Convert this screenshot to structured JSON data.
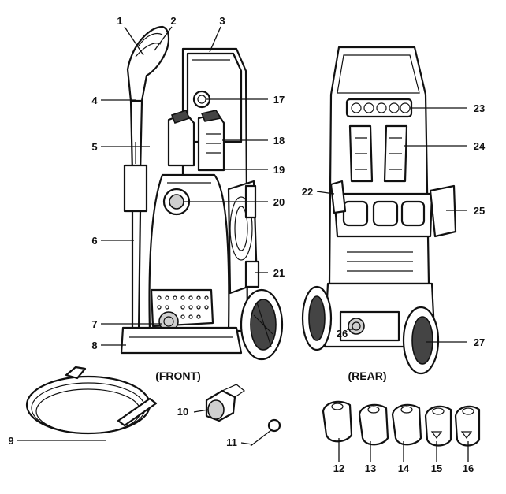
{
  "captions": {
    "front": "(FRONT)",
    "rear": "(REAR)"
  },
  "callouts": [
    "1",
    "2",
    "3",
    "4",
    "5",
    "6",
    "7",
    "8",
    "9",
    "10",
    "11",
    "12",
    "13",
    "14",
    "15",
    "16",
    "17",
    "18",
    "19",
    "20",
    "21",
    "22",
    "23",
    "24",
    "25",
    "26",
    "27"
  ]
}
